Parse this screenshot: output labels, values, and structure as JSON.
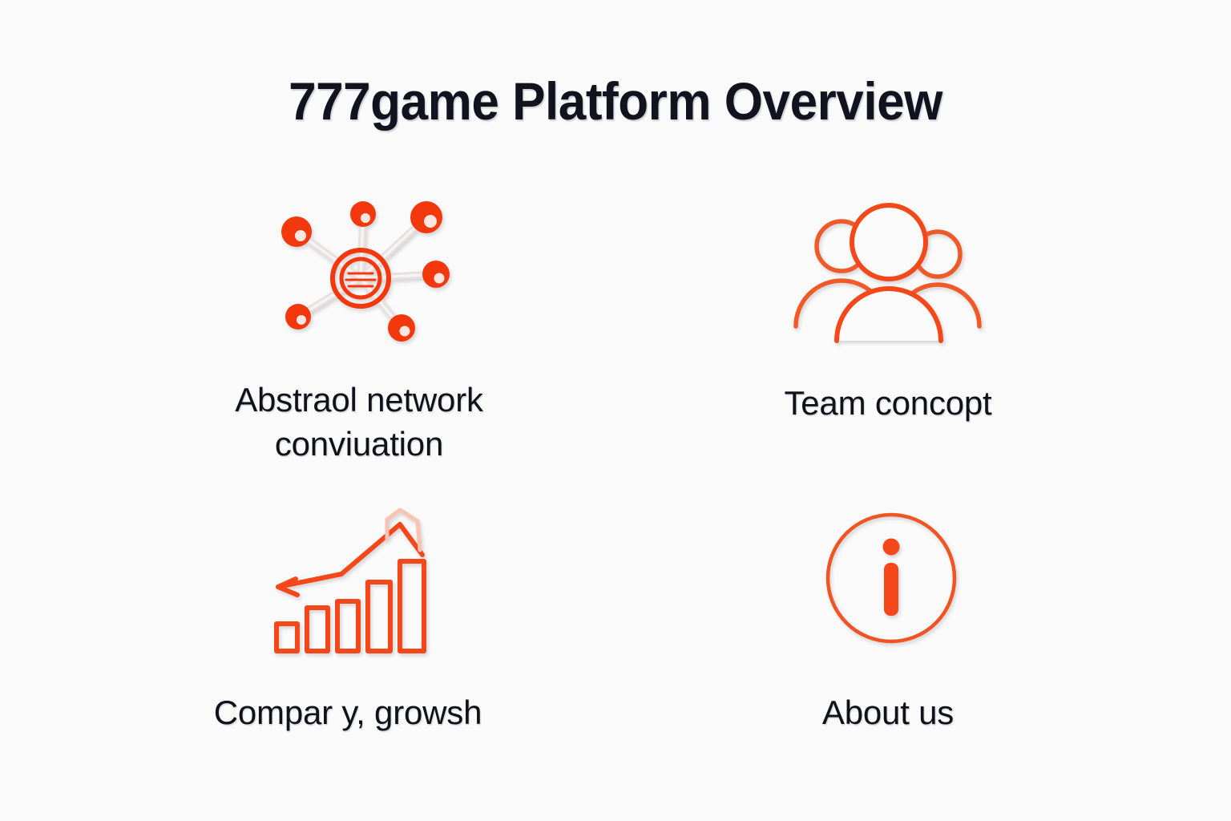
{
  "page": {
    "background_color": "#fafafa",
    "accent_color": "#f4481a",
    "text_color": "#12131e",
    "title": "777game Platform Overview"
  },
  "grid": {
    "columns": 2,
    "rows": 2,
    "items": [
      {
        "id": "abstract-network",
        "icon": "network-nodes-icon",
        "label": "Abstraol network conviuation",
        "label_line1": "Abstraol network",
        "label_line2": "conviuation",
        "icon_color": "#f4380e"
      },
      {
        "id": "team-concept",
        "icon": "team-group-icon",
        "label": "Team concopt",
        "icon_color": "#ef5a28"
      },
      {
        "id": "company-growth",
        "icon": "growth-bar-chart-icon",
        "label": "Compar y, growsh",
        "icon_color": "#f4481a"
      },
      {
        "id": "about-us",
        "icon": "info-circle-icon",
        "label": "About us",
        "icon_color": "#ef5523"
      }
    ]
  }
}
